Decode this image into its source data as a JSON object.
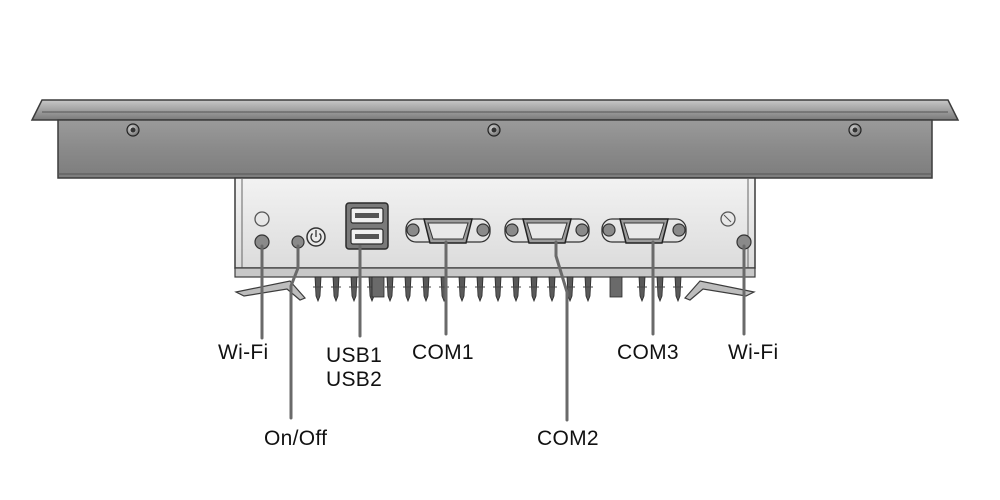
{
  "labels": {
    "wifi_left": "Wi-Fi",
    "on_off": "On/Off",
    "usb1": "USB1",
    "usb2": "USB2",
    "com1": "COM1",
    "com2": "COM2",
    "com3": "COM3",
    "wifi_right": "Wi-Fi"
  },
  "colors": {
    "panel_dark": "#8c8c8c",
    "panel_light": "#d9d9d9",
    "outline": "#3c3c3c",
    "leader_line": "#6a6a6a"
  }
}
